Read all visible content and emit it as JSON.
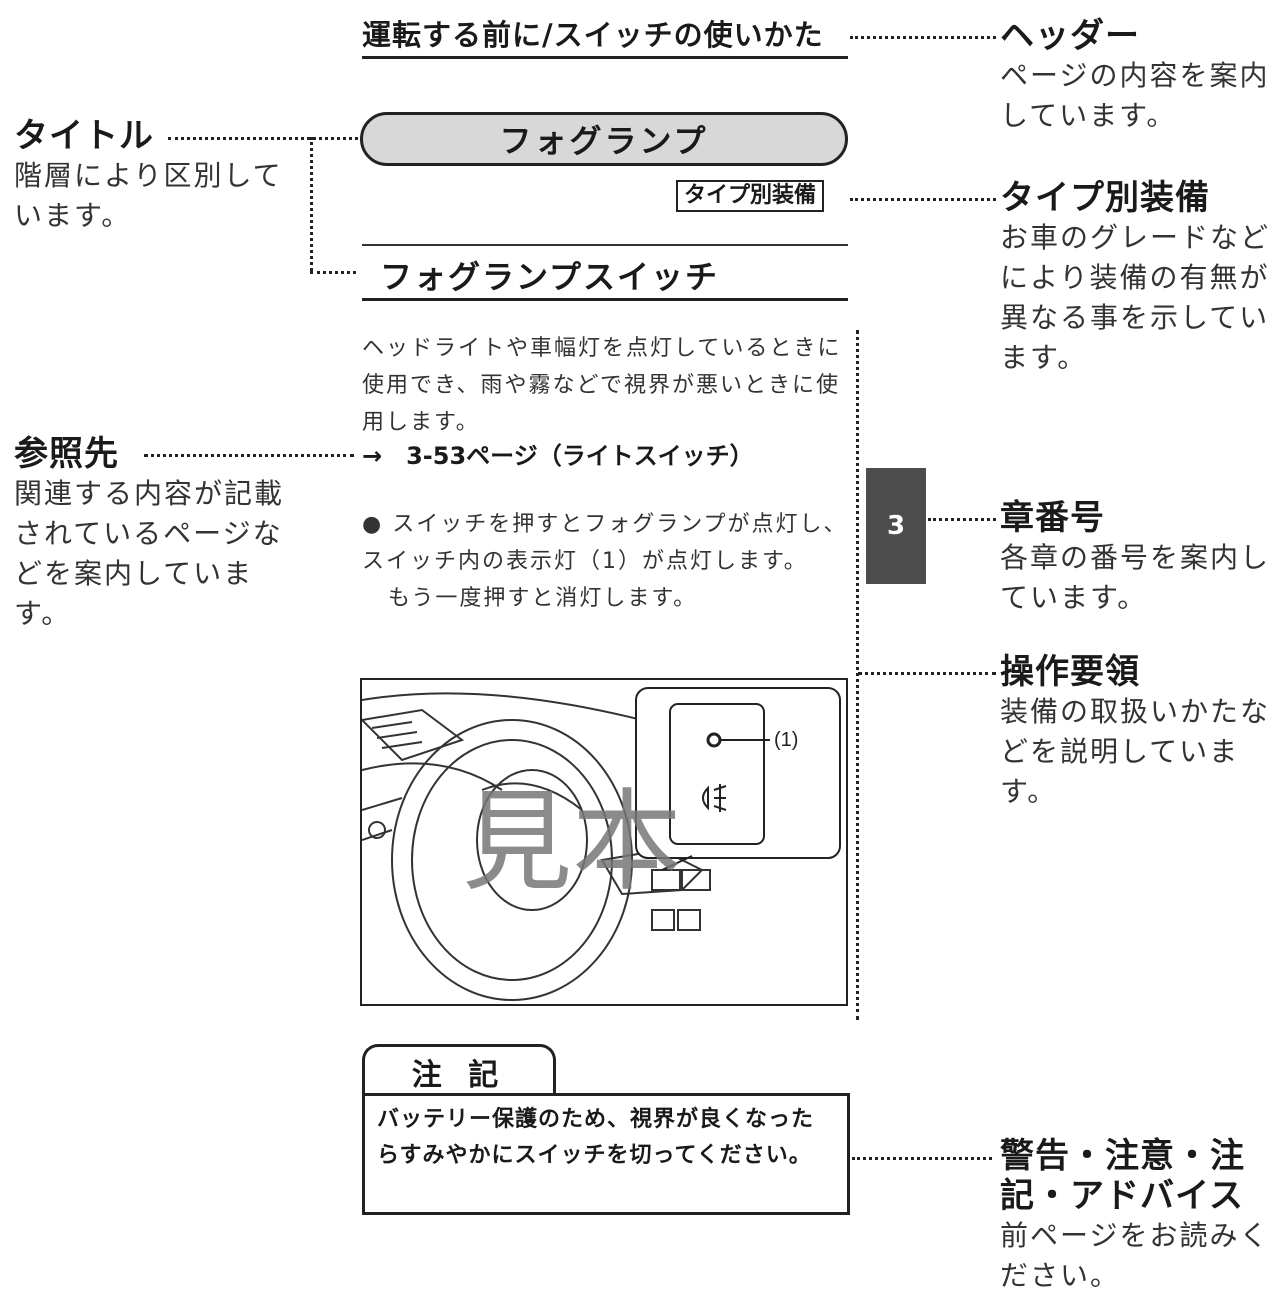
{
  "page": {
    "header": "運転する前に/スイッチの使いかた",
    "title": "フォグランプ",
    "type_badge": "タイプ別装備",
    "subtitle": "フォグランプスイッチ",
    "body_text": "ヘッドライトや車幅灯を点灯しているときに使用でき、雨や霧などで視界が悪いときに使用します。",
    "reference": "→　3-53ページ（ライトスイッチ）",
    "bullet_text": "● スイッチを押すとフォグランプが点灯し、スイッチ内の表示灯（1）が点灯します。",
    "bullet_text2": "もう一度押すと消灯します。",
    "chapter_number": "3",
    "figure_callout": "(1)",
    "watermark": "見本",
    "note_tab": "注 記",
    "note_text": "バッテリー保護のため、視界が良くなったらすみやかにスイッチを切ってください。"
  },
  "annotations": {
    "header": {
      "title": "ヘッダー",
      "desc": "ページの内容を案内しています。"
    },
    "title": {
      "title": "タイトル",
      "desc": "階層により区別しています。"
    },
    "type": {
      "title": "タイプ別装備",
      "desc": "お車のグレードなどにより装備の有無が異なる事を示しています。"
    },
    "reference": {
      "title": "参照先",
      "desc": "関連する内容が記載されているページなどを案内しています。"
    },
    "chapter": {
      "title": "章番号",
      "desc": "各章の番号を案内しています。"
    },
    "operation": {
      "title": "操作要領",
      "desc": "装備の取扱いかたなどを説明しています。"
    },
    "warning": {
      "title": "警告・注意・注記・アドバイス",
      "desc": "前ページをお読みください。"
    }
  },
  "colors": {
    "ink": "#1a1a1a",
    "pill_fill": "#d8d8d8",
    "chapter_tab": "#4d4d4d"
  }
}
